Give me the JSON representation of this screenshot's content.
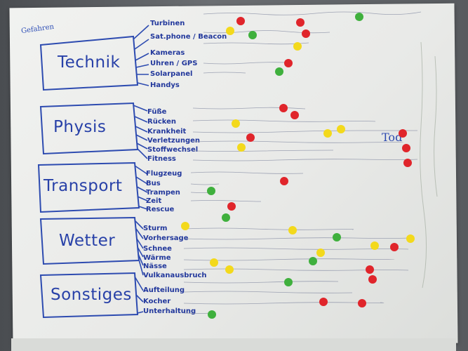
{
  "corner_label": "Gefahren",
  "categories": [
    {
      "label": "Technik",
      "items": [
        "Turbinen",
        "Sat.phone / Beacon",
        "Kameras",
        "Uhren / GPS",
        "Solarpanel",
        "Handys"
      ]
    },
    {
      "label": "Physis",
      "items": [
        "Füße",
        "Rücken",
        "Krankheit",
        "Verletzungen",
        "Stoffwechsel",
        "Fitness"
      ]
    },
    {
      "label": "Transport",
      "items": [
        "Flugzeug",
        "Bus",
        "Trampen",
        "Zeit",
        "Rescue"
      ]
    },
    {
      "label": "Wetter",
      "items": [
        "Sturm",
        "Vorhersage",
        "Schnee",
        "Wärme",
        "Nässe",
        "Vulkanausbruch"
      ]
    },
    {
      "label": "Sonstiges",
      "items": [
        "Aufteilung",
        "Kocher",
        "Unterhaltung"
      ]
    }
  ],
  "side_word": "Tod",
  "colors": {
    "red": "#e0252b",
    "yellow": "#f3d91c",
    "green": "#3fb03d",
    "ink": "#2841a8"
  }
}
